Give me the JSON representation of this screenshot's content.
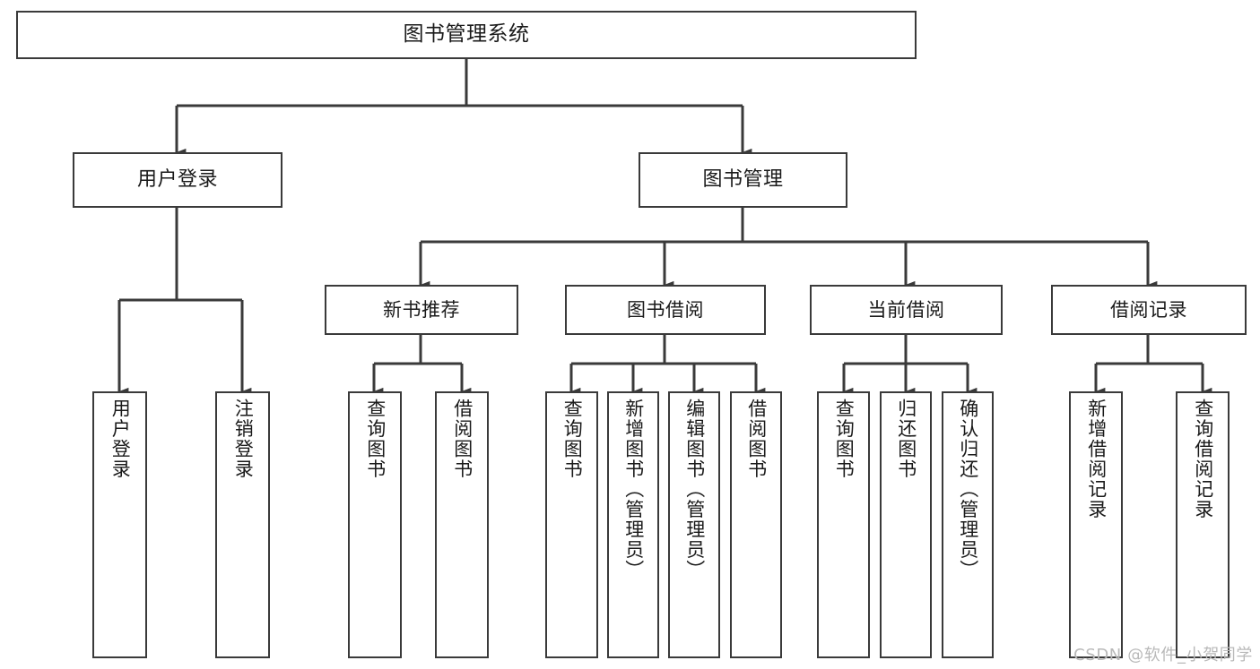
{
  "diagram": {
    "title": "图书管理系统",
    "type": "tree-hierarchy-chart",
    "watermark": "CSDN @软件_小贺同学",
    "colors": {
      "stroke": "#3a3a3a",
      "fill": "#ffffff",
      "text": "#1a1a1a",
      "watermark": "#b9b9b9"
    },
    "nodes": {
      "root": {
        "label": "图书管理系统"
      },
      "level2": [
        {
          "label": "用户登录"
        },
        {
          "label": "图书管理"
        }
      ],
      "level3": [
        {
          "label": "新书推荐"
        },
        {
          "label": "图书借阅"
        },
        {
          "label": "当前借阅"
        },
        {
          "label": "借阅记录"
        }
      ],
      "leaves": {
        "user_login": [
          {
            "label": "用户登录"
          },
          {
            "label": "注销登录"
          }
        ],
        "new_book_recommend": [
          {
            "label": "查询图书"
          },
          {
            "label": "借阅图书"
          }
        ],
        "book_borrow": [
          {
            "label": "查询图书"
          },
          {
            "label": "新增图书（管理员）"
          },
          {
            "label": "编辑图书（管理员）"
          },
          {
            "label": "借阅图书"
          }
        ],
        "current_borrow": [
          {
            "label": "查询图书"
          },
          {
            "label": "归还图书"
          },
          {
            "label": "确认归还（管理员）"
          }
        ],
        "borrow_record": [
          {
            "label": "新增借阅记录"
          },
          {
            "label": "查询借阅记录"
          }
        ]
      }
    }
  }
}
